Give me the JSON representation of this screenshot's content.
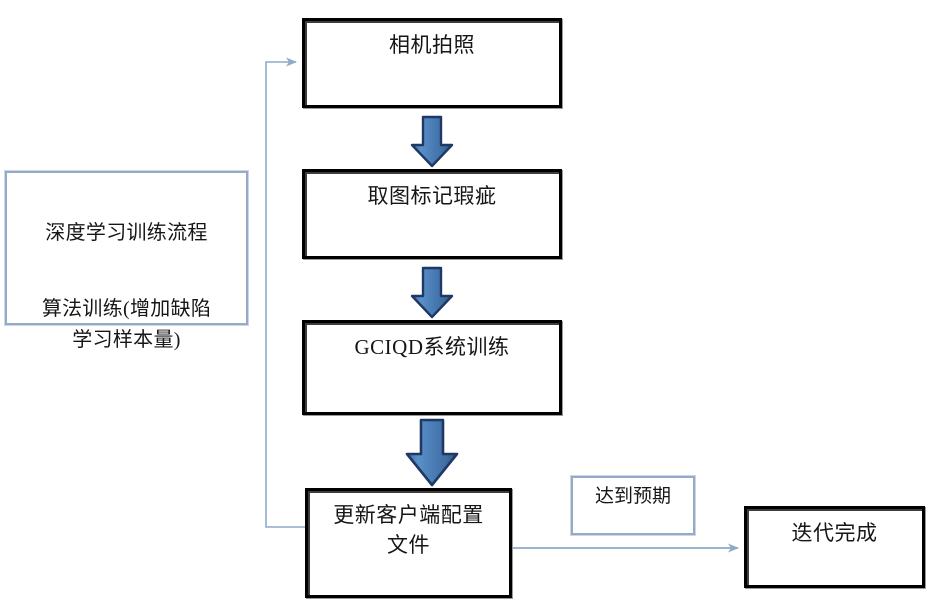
{
  "diagram": {
    "title_hidden": "",
    "colors": {
      "box_border": "#000000",
      "note_border": "#95aac8",
      "arrow_fill": "#4a7cb5",
      "arrow_outline": "#1f3864",
      "connector": "#8fa9c8",
      "background": "#ffffff"
    },
    "nodes": [
      {
        "id": "camera",
        "label": "相机拍照"
      },
      {
        "id": "mark-defect",
        "label": "取图标记瑕疵"
      },
      {
        "id": "gciqd-train",
        "label": "GCIQD系统训练"
      },
      {
        "id": "update-config",
        "label": "更新客户端配置\n文件"
      },
      {
        "id": "iteration-done",
        "label": "迭代完成"
      }
    ],
    "notes": [
      {
        "id": "training-flow",
        "line1": "深度学习训练流程",
        "line2": "算法训练(增加缺陷",
        "line3": "学习样本量)"
      },
      {
        "id": "expectation",
        "label": "达到预期"
      }
    ],
    "arrows": [
      {
        "id": "camera-to-mark",
        "kind": "block-down"
      },
      {
        "id": "mark-to-gciqd",
        "kind": "block-down"
      },
      {
        "id": "gciqd-to-update",
        "kind": "block-down"
      },
      {
        "id": "update-to-camera",
        "kind": "feedback-loop"
      },
      {
        "id": "update-to-iteration",
        "kind": "line-right"
      }
    ]
  }
}
